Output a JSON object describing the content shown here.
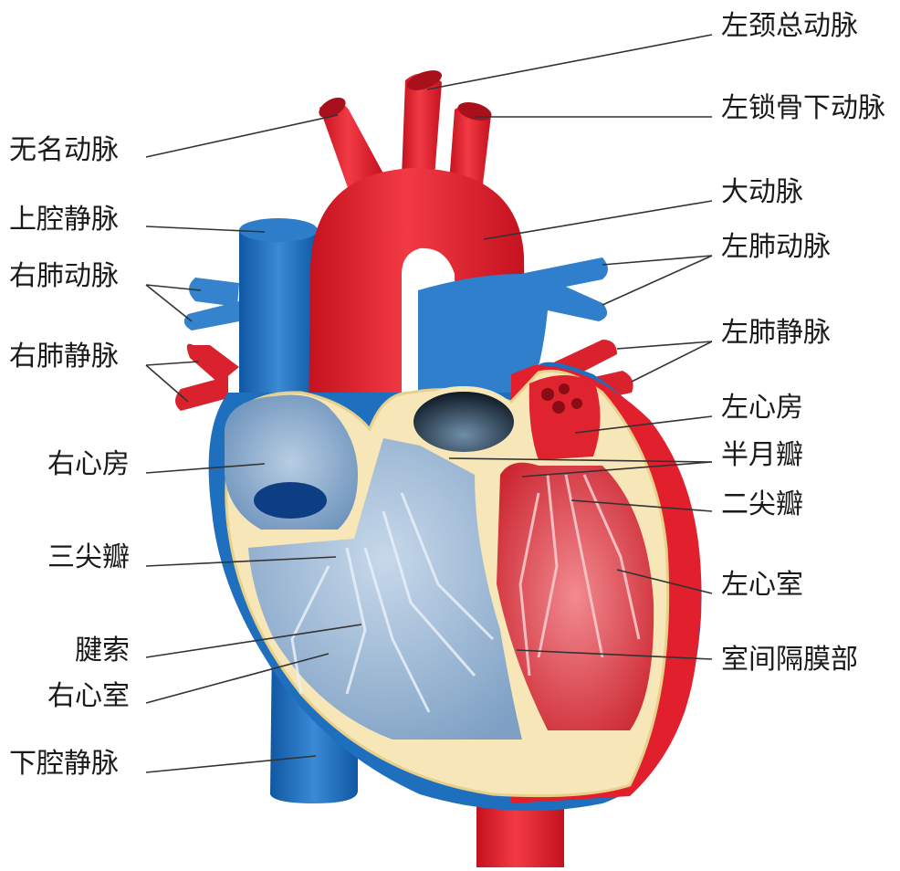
{
  "labels": {
    "left_common_carotid": "左颈总动脉",
    "left_subclavian": "左锁骨下动脉",
    "brachiocephalic": "无名动脉",
    "superior_vena_cava": "上腔静脉",
    "right_pulmonary_artery": "右肺动脉",
    "right_pulmonary_veins": "右肺静脉",
    "aorta": "大动脉",
    "left_pulmonary_artery": "左肺动脉",
    "left_pulmonary_veins": "左肺静脉",
    "left_atrium": "左心房",
    "right_atrium": "右心房",
    "semilunar_valves": "半月瓣",
    "mitral_valve": "二尖瓣",
    "tricuspid_valve": "三尖瓣",
    "left_ventricle": "左心室",
    "chordae_tendineae": "腱索",
    "septum": "室间隔膜部",
    "right_ventricle": "右心室",
    "inferior_vena_cava": "下腔静脉"
  },
  "colors": {
    "artery_red": "#e8202e",
    "vein_blue": "#1f6fbf",
    "chamber_blue": "#8fb0d0",
    "muscle_cream": "#f6e6b8",
    "left_chamber_red": "#d8252f"
  }
}
